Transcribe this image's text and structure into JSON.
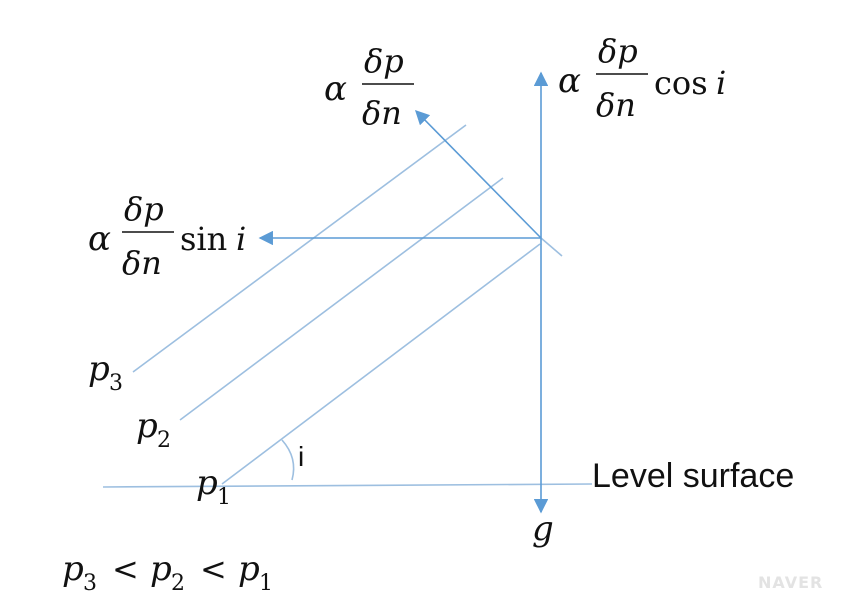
{
  "labels": {
    "alpha": "α",
    "numerator": "δp",
    "denominator": "δn",
    "cos_term": "cos",
    "sin_term": "sin",
    "angle_var": "i",
    "p1_base": "p",
    "p1_sub": "1",
    "p2_base": "p",
    "p2_sub": "2",
    "p3_base": "p",
    "p3_sub": "3",
    "angle_mark": "i",
    "level_surface": "Level surface",
    "gravity": "g",
    "inequality_p3": "p",
    "inequality_p3_sub": "3",
    "inequality_lt1": "<",
    "inequality_p2": "p",
    "inequality_p2_sub": "2",
    "inequality_lt2": "<",
    "inequality_p1": "p",
    "inequality_p1_sub": "1"
  },
  "watermark": "NAVER",
  "colors": {
    "isobar_line": "#9dbfe0",
    "arrow_line": "#5b9bd5",
    "text": "#111111"
  }
}
